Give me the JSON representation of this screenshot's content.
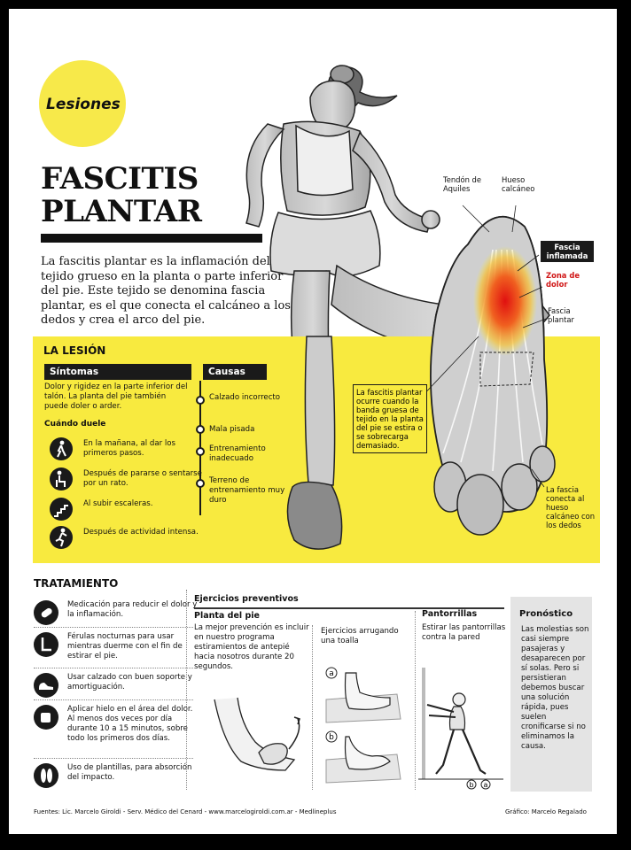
{
  "section_badge": "Lesiones",
  "title_line1": "FASCITIS",
  "title_line2": "PLANTAR",
  "intro": "La fascitis plantar es la inflamación del tejido grueso en la planta o parte inferior del pie. Este tejido se denomina fascia plantar, es el que conecta el calcáneo a los dedos y crea el arco del pie.",
  "lesion": {
    "heading": "LA LESIÓN",
    "symptoms_tab": "Síntomas",
    "symptoms_text": "Dolor y rigidez en la parte inferior del talón. La planta del pie también puede doler o arder.",
    "when_heading": "Cuándo duele",
    "when_items": [
      {
        "icon": "walking-person-icon",
        "text": "En la mañana, al dar los primeros pasos."
      },
      {
        "icon": "sitting-person-icon",
        "text": "Después de pararse o sentarse por un rato."
      },
      {
        "icon": "stairs-icon",
        "text": "Al subir escaleras."
      },
      {
        "icon": "running-person-icon",
        "text": "Después de actividad intensa."
      }
    ],
    "causes_tab": "Causas",
    "causes": [
      "Calzado incorrecto",
      "Mala pisada",
      "Entrenamiento inadecuado",
      "Terreno de entrenamiento muy duro"
    ]
  },
  "diagram_labels": {
    "tendon": "Tendón de Aquiles",
    "bone": "Hueso calcáneo",
    "inflamed": "Fascia inflamada",
    "pain_zone": "Zona de dolor",
    "fascia": "Fascia plantar",
    "connects": "La fascia conecta al hueso calcáneo con los dedos",
    "callout": "La fascitis plantar ocurre cuando la banda gruesa de tejido en la planta del pie se estira o se sobrecarga demasiado."
  },
  "treatment": {
    "heading": "TRATAMIENTO",
    "items": [
      {
        "icon": "pill-icon",
        "text": "Medicación para reducir el dolor y la inflamación."
      },
      {
        "icon": "night-splint-icon",
        "text": "Férulas nocturnas para usar mientras duerme con el fin de estirar el pie."
      },
      {
        "icon": "shoe-icon",
        "text": "Usar calzado con buen soporte y amortiguación."
      },
      {
        "icon": "ice-cube-icon",
        "text": "Aplicar hielo en el área del dolor. Al menos dos veces por día durante 10 a 15 minutos, sobre todo los primeros dos días."
      },
      {
        "icon": "insoles-icon",
        "text": "Uso de plantillas, para absorción del impacto."
      }
    ]
  },
  "exercises": {
    "heading": "Ejercicios preventivos",
    "plantar_heading": "Planta del pie",
    "plantar_text": "La mejor prevención es incluir en nuestro programa estiramientos de antepié hacia nosotros durante 20 segundos.",
    "towel_text": "Ejercicios arrugando una toalla",
    "step_a": "a",
    "step_b": "b",
    "calf_heading": "Pantorrillas",
    "calf_text": "Estirar las pantorrillas contra la pared"
  },
  "prognosis": {
    "title": "Pronóstico",
    "text": "Las molestias son casi siempre pasajeras y desaparecen por sí solas. Pero si persistieran debemos buscar una solución rápida, pues suelen cronificarse si no eliminamos la causa."
  },
  "footer": {
    "sources": "Fuentes: Lic. Marcelo Giroldi - Serv. Médico del Cenard - www.marcelogiroldi.com.ar - Medlineplus",
    "credit": "Gráfico: Marcelo Regalado"
  },
  "colors": {
    "yellow": "#f8ea3f",
    "dark": "#1a1a1a",
    "pain_red": "#d01818",
    "prognosis_bg": "#e4e4e4"
  }
}
